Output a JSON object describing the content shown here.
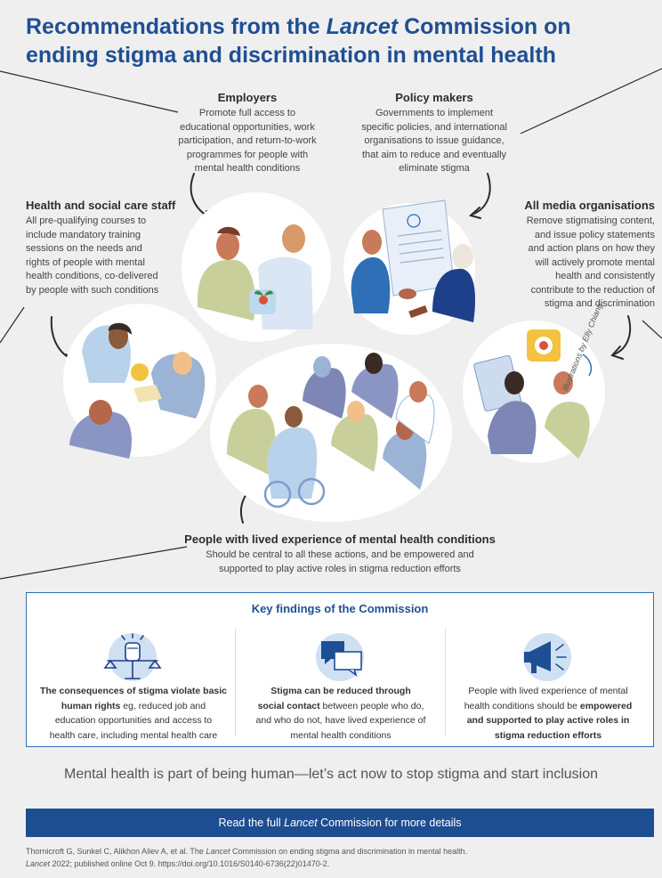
{
  "title": {
    "line1_pre": "Recommendations from the ",
    "line1_italic": "Lancet",
    "line1_post": " Commission on",
    "line2": "ending stigma and discrimination in mental health"
  },
  "employers": {
    "heading": "Employers",
    "lines": [
      "Promote full access to",
      "educational opportunities, work",
      "participation, and return-to-work",
      "programmes for people with",
      "mental health conditions"
    ]
  },
  "policy": {
    "heading": "Policy makers",
    "lines": [
      "Governments to implement",
      "specific policies, and international",
      "organisations to issue guidance,",
      "that aim to reduce and eventually",
      "eliminate stigma"
    ]
  },
  "health_staff": {
    "heading": "Health and social care staff",
    "lines": [
      "All pre-qualifying courses to",
      "include mandatory training",
      "sessions on the needs and",
      "rights of people with mental",
      "health conditions, co-delivered",
      "by people with such conditions"
    ]
  },
  "media": {
    "heading": "All media organisations",
    "lines": [
      "Remove stigmatising content,",
      "and issue policy statements",
      "and action plans on how they",
      "will actively promote mental",
      "health and consistently",
      "contribute to the reduction of",
      "stigma and discrimination"
    ]
  },
  "lived": {
    "heading": "People with lived experience of mental health conditions",
    "lines": [
      "Should be central to all these actions, and be empowered and",
      "supported to play active roles in stigma reduction efforts"
    ]
  },
  "credit": "Illustrations by Elly Chiang",
  "findings": {
    "title": "Key findings of the Commission",
    "col1": {
      "icon": "scales-fist-icon",
      "b1": "The consequences of stigma violate basic",
      "b2": "human rights",
      "t2": " eg, reduced job and",
      "t3": "education opportunities and access to",
      "t4": "health care, including mental health care"
    },
    "col2": {
      "icon": "speech-bubbles-icon",
      "b1": "Stigma can be reduced through",
      "b2": "social contact",
      "t2": " between people who do,",
      "t3": "and who do not, have lived experience of",
      "t4": "mental health conditions"
    },
    "col3": {
      "icon": "megaphone-icon",
      "t1": "People with lived experience of mental",
      "t2": "health conditions should be ",
      "b2": "empowered",
      "b3": "and supported to play active roles in",
      "b4": "stigma reduction efforts"
    }
  },
  "tagline": "Mental health is part of being human—let’s act now to stop stigma and start inclusion",
  "banner": {
    "pre": "Read the full ",
    "italic": "Lancet",
    "post": " Commission for more details"
  },
  "citation": {
    "line1_pre": "Thornicroft G, Sunkel C, Alikhon Aliev A, et al. The ",
    "line1_italic": "Lancet",
    "line1_post": " Commission on ending stigma and discrimination in mental health.",
    "line2_italic": "Lancet",
    "line2_post": " 2022; published online Oct 9. https://doi.org/10.1016/S0140-6736(22)01470-2."
  },
  "colors": {
    "brand_blue": "#1e4f94",
    "banner_blue": "#1d4e91",
    "background": "#efefef",
    "icon_circle": "#cfe0f2"
  }
}
